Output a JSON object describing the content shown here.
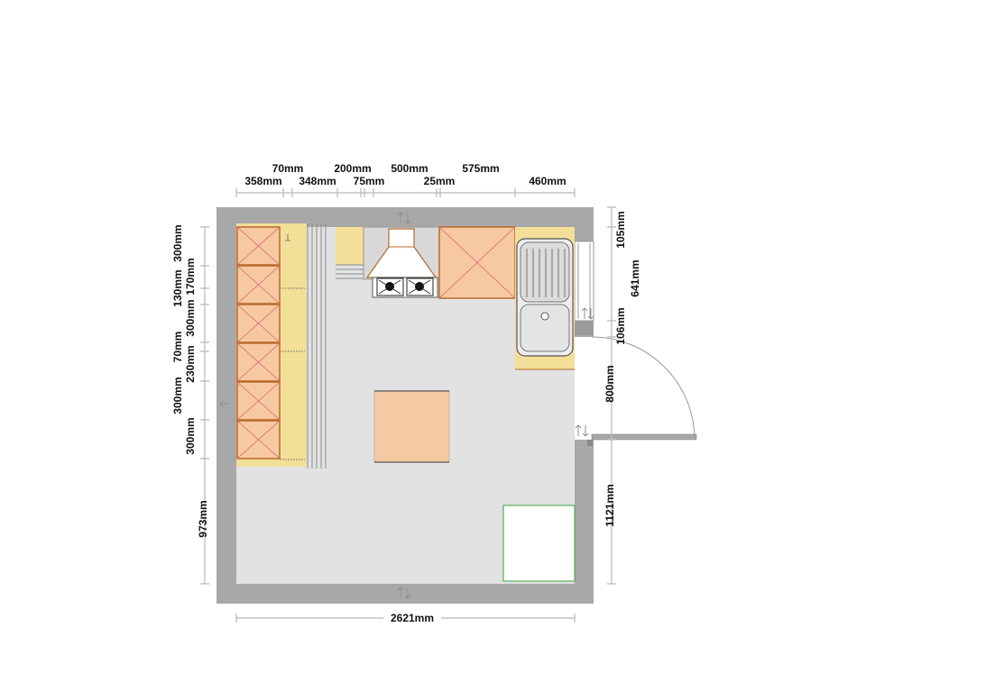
{
  "colors": {
    "wall": "#a8a8a8",
    "floor": "#e2e2e2",
    "worktop": "#f3df98",
    "unit": "#f7c9a0",
    "unit_stroke": "#b86a2a",
    "cross": "#e0607a",
    "dim_line": "#b8b8b8",
    "door_swing": "#999999",
    "appliance_outline": "#3aa33a"
  },
  "top_dimensions": {
    "row1": [
      "70mm",
      "200mm",
      "500mm",
      "575mm"
    ],
    "row2": [
      "358mm",
      "348mm",
      "75mm",
      "25mm",
      "460mm"
    ]
  },
  "left_dimensions": {
    "col1": [
      "300mm",
      "130mm",
      "70mm",
      "300mm",
      "300mm",
      "973mm"
    ],
    "col2": [
      "170mm",
      "300mm",
      "230mm"
    ]
  },
  "right_dimensions": {
    "col1": [
      "105mm",
      "106mm",
      "800mm",
      "1121mm"
    ],
    "col2": [
      "641mm"
    ]
  },
  "bottom_dimensions": [
    "2621mm"
  ]
}
